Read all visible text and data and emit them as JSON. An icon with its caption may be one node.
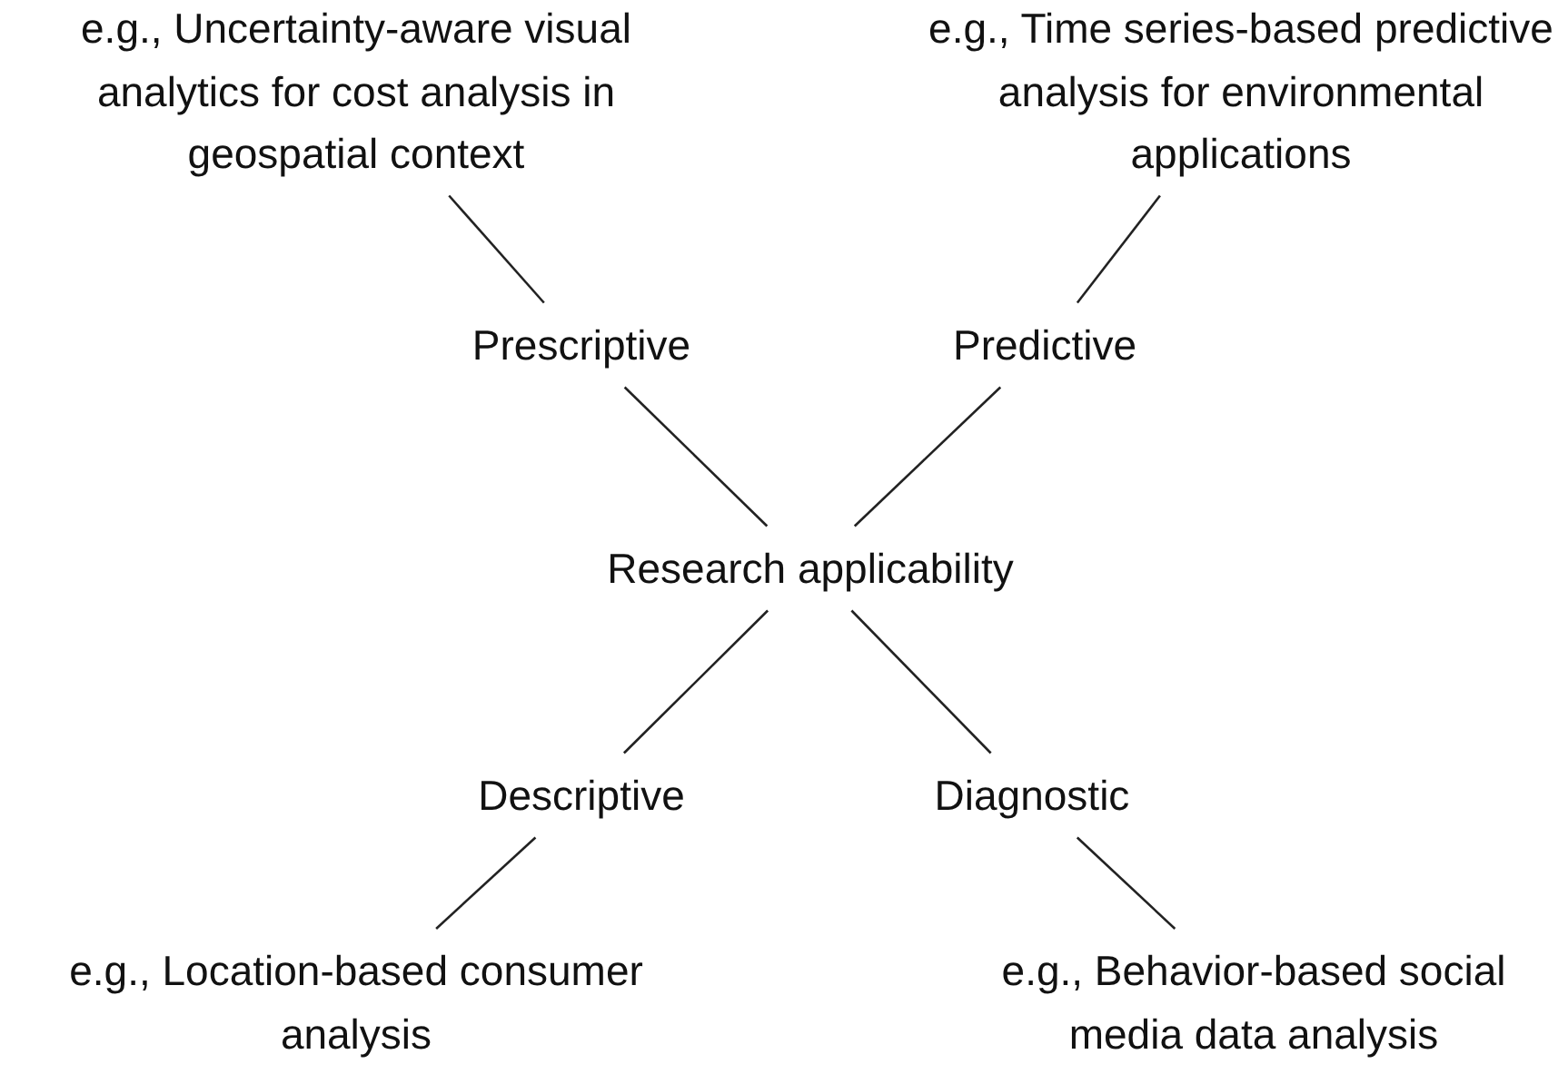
{
  "diagram": {
    "nodes": [
      {
        "text": [
          "Research applicability"
        ]
      },
      {
        "text": [
          "Prescriptive"
        ]
      },
      {
        "text": [
          "Predictive"
        ]
      },
      {
        "text": [
          "Descriptive"
        ]
      },
      {
        "text": [
          "Diagnostic"
        ]
      },
      {
        "text": [
          "e.g., Uncertainty-aware visual analytics for cost analysis in geospatial context"
        ]
      },
      {
        "text": [
          "e.g., Time series-based predictive analysis for environmental applications"
        ]
      },
      {
        "text": [
          "e.g., Location-based consumer analysis"
        ]
      },
      {
        "text": [
          "e.g., Behavior-based social media data analysis"
        ]
      }
    ],
    "edges": [
      {
        "from": 0,
        "to": 1,
        "arrow": "none"
      },
      {
        "from": 0,
        "to": 2,
        "arrow": "none"
      },
      {
        "from": 0,
        "to": 3,
        "arrow": "none"
      },
      {
        "from": 0,
        "to": 4,
        "arrow": "none"
      },
      {
        "from": 1,
        "to": 5,
        "arrow": "none"
      },
      {
        "from": 2,
        "to": 6,
        "arrow": "none"
      },
      {
        "from": 3,
        "to": 7,
        "arrow": "none"
      },
      {
        "from": 4,
        "to": 8,
        "arrow": "none"
      }
    ]
  }
}
